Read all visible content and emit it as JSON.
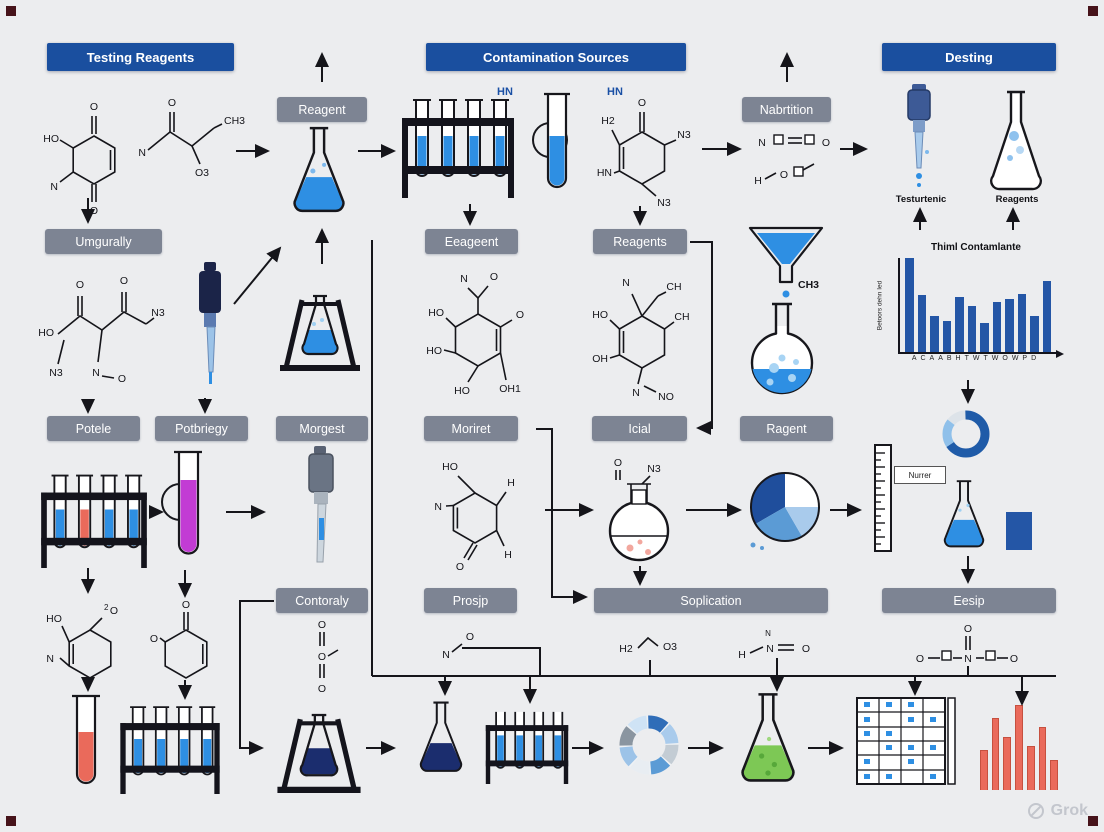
{
  "palette": {
    "header_blue": "#1a4f9f",
    "label_gray": "#7d8493",
    "liquid_blue": "#2e8fe3",
    "dark_navy": "#1b2d6e",
    "bar_blue": "#2456a6",
    "red": "#ea6a5b",
    "purple": "#c23bd4",
    "green": "#7dc855",
    "ink": "#17171c"
  },
  "headers": {
    "testing_reagents": "Testing Reagents",
    "contamination_sources": "Contamination Sources",
    "desting": "Desting"
  },
  "labels": {
    "reagent": "Reagent",
    "nabrtition": "Nabrtition",
    "umgurally": "Umgurally",
    "eeageent": "Eeageent",
    "reagents": "Reagents",
    "potele": "Potele",
    "potbriegy": "Potbriegy",
    "morgest": "Morgest",
    "moriret": "Moriret",
    "icial": "Icial",
    "ragent": "Ragent",
    "contoraly": "Contoraly",
    "prosjp": "Prosjp",
    "soplication": "Soplication",
    "eesip": "Eesip"
  },
  "annotations": {
    "hn_left": "HN",
    "hn_right": "HN",
    "testurtenic": "Testurtenic",
    "reagents_right": "Reagents",
    "nurrer": "Nurrer",
    "ch3_funnel": "CH3",
    "watermark": "Grok"
  },
  "chart_data": [
    {
      "type": "bar",
      "title": "Thiml Contamlante",
      "ylabel": "Betoors dehn Ied",
      "x_ticks": "ACAABHTWTWOWPD",
      "values": [
        90,
        55,
        34,
        30,
        52,
        44,
        28,
        48,
        50,
        56,
        34,
        68
      ],
      "ylim": [
        0,
        100
      ],
      "color": "#2456a6"
    },
    {
      "type": "bar",
      "values": [
        30,
        55,
        40,
        65,
        33,
        48,
        22
      ],
      "color": "#ea6a5b"
    },
    {
      "type": "pie",
      "slices": [
        30,
        22,
        13,
        35
      ],
      "colors": [
        "#1f4e9c",
        "#5b9bd5",
        "#a9cbec",
        "#ffffff"
      ]
    },
    {
      "type": "donut",
      "segments": [
        12.5,
        12.5,
        12.5,
        12.5,
        12.5,
        12.5,
        12.5,
        12.5
      ]
    }
  ],
  "molecules": {
    "m1": {
      "a": "O",
      "b": "HO",
      "c": "N",
      "d": "O"
    },
    "m2": {
      "a": "O",
      "b": "CH3",
      "c": "N",
      "d": "O3"
    },
    "m3": {
      "a": "O",
      "b": "O",
      "c": "N3",
      "d": "HO",
      "e": "N3",
      "f": "N",
      "g": "O"
    },
    "m4": {
      "a": "N",
      "b": "O",
      "c": "HO",
      "d": "HO",
      "e": "O",
      "f": "HO",
      "g": "OH1"
    },
    "m5": {
      "a": "N",
      "b": "CH",
      "c": "HO",
      "d": "CH",
      "e": "OH",
      "f": "N",
      "g": "NO"
    },
    "m6": {
      "a": "H2",
      "b": "O",
      "c": "HN",
      "d": "N3",
      "e": "N3"
    },
    "m7": {
      "a": "N",
      "b": "O",
      "c": "H",
      "d": "O"
    },
    "m8": {
      "a": "HO",
      "b": "H",
      "c": "N",
      "d": "O",
      "e": "H"
    },
    "m9": {
      "a": "HO",
      "b": "2",
      "c": "O",
      "d": "N"
    },
    "m10": {
      "a": "O",
      "b": "O"
    },
    "m11": {
      "a": "O",
      "b": "O",
      "c": "O"
    },
    "m12": {
      "a": "N",
      "b": "O"
    },
    "m13": {
      "a": "H2",
      "b": "O3"
    },
    "m14": {
      "a": "N",
      "b": "H",
      "c": "N",
      "d": "O"
    },
    "m15": {
      "a": "O",
      "b": "O",
      "c": "N",
      "d": "O"
    },
    "m16": {
      "a": "O",
      "b": "N3"
    }
  }
}
